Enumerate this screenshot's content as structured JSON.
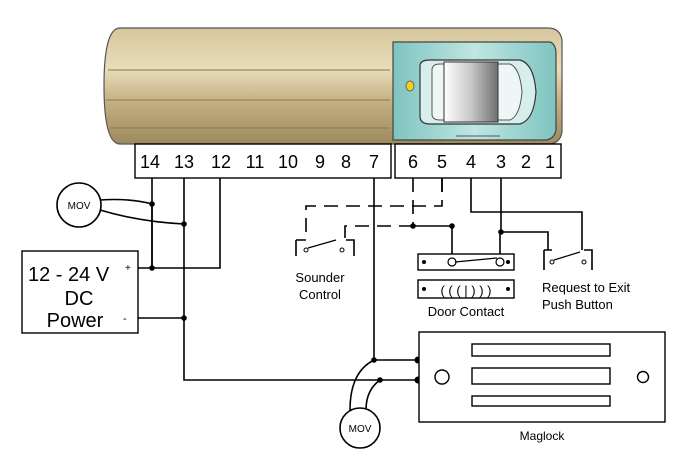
{
  "terminals": {
    "left": [
      "14",
      "13",
      "12",
      "11",
      "10",
      "9",
      "8",
      "7"
    ],
    "right": [
      "6",
      "5",
      "4",
      "3",
      "2",
      "1"
    ]
  },
  "labels": {
    "mov_top": "MOV",
    "mov_bottom": "MOV",
    "power_line1": "12 - 24 V",
    "power_plus": "+",
    "power_line2": "DC",
    "power_line3": "Power",
    "power_minus": "-",
    "sounder_line1": "Sounder",
    "sounder_line2": "Control",
    "door_contact": "Door Contact",
    "rte_line1": "Request to Exit",
    "rte_line2": "Push Button",
    "maglock": "Maglock",
    "contact_symbol": "( ( ( | ) ) )"
  },
  "colors": {
    "reader_body": "#c7b589",
    "reader_light": "#e4d8b2",
    "reader_dark": "#8a7852",
    "window_teal": "#9fd3cf",
    "led": "#f0d020"
  }
}
